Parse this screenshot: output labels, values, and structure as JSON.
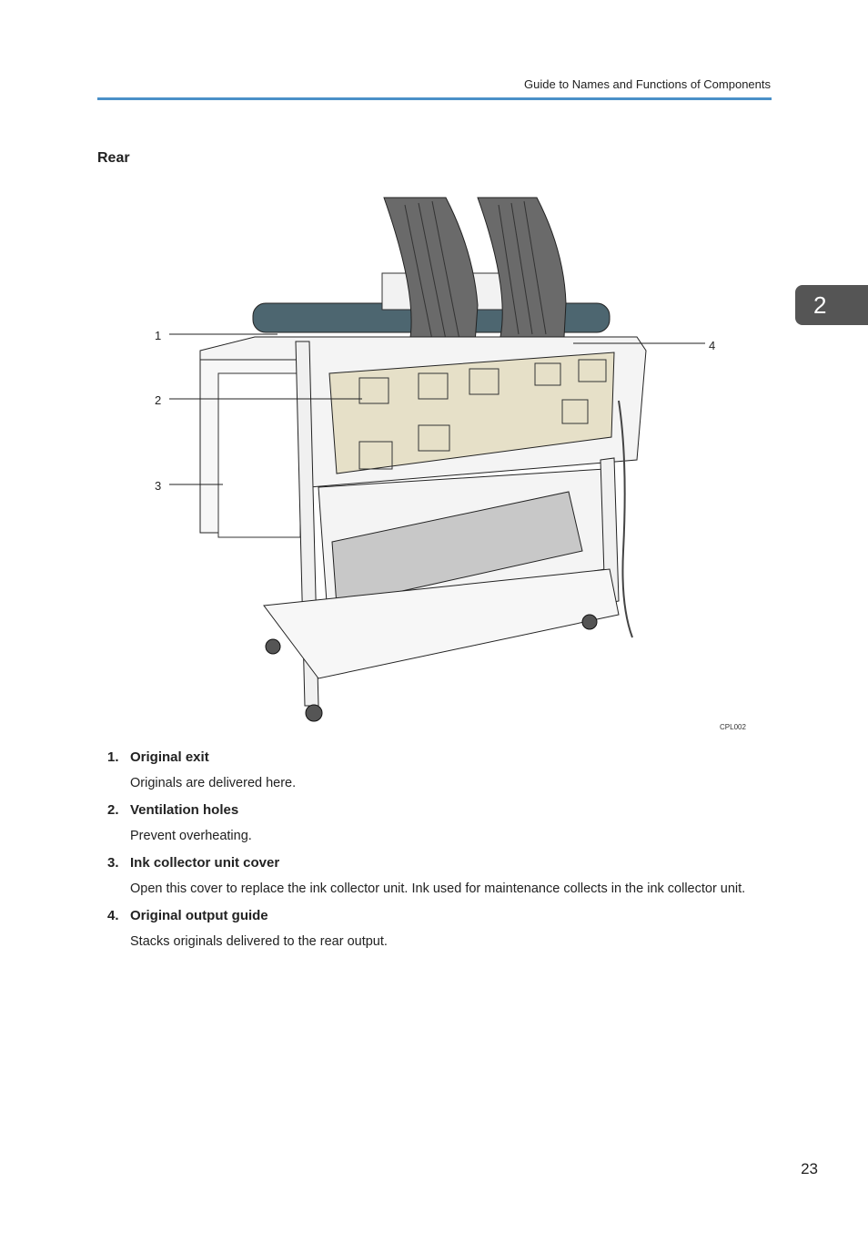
{
  "header": {
    "text": "Guide to Names and Functions of Components"
  },
  "section": {
    "title": "Rear"
  },
  "chapter_tab": {
    "number": "2"
  },
  "figure": {
    "callouts": [
      "1",
      "2",
      "3",
      "4"
    ],
    "code": "CPL002"
  },
  "items": [
    {
      "num": "1.",
      "title": "Original exit",
      "desc": "Originals are delivered here."
    },
    {
      "num": "2.",
      "title": "Ventilation holes",
      "desc": "Prevent overheating."
    },
    {
      "num": "3.",
      "title": "Ink collector unit cover",
      "desc": "Open this cover to replace the ink collector unit. Ink used for maintenance collects in the ink collector unit."
    },
    {
      "num": "4.",
      "title": "Original output guide",
      "desc": "Stacks originals delivered to the rear output."
    }
  ],
  "page": {
    "number": "23"
  },
  "colors": {
    "header_rule": "#4a90c8",
    "tab": "#555555",
    "panel": "#e6e0c8"
  }
}
